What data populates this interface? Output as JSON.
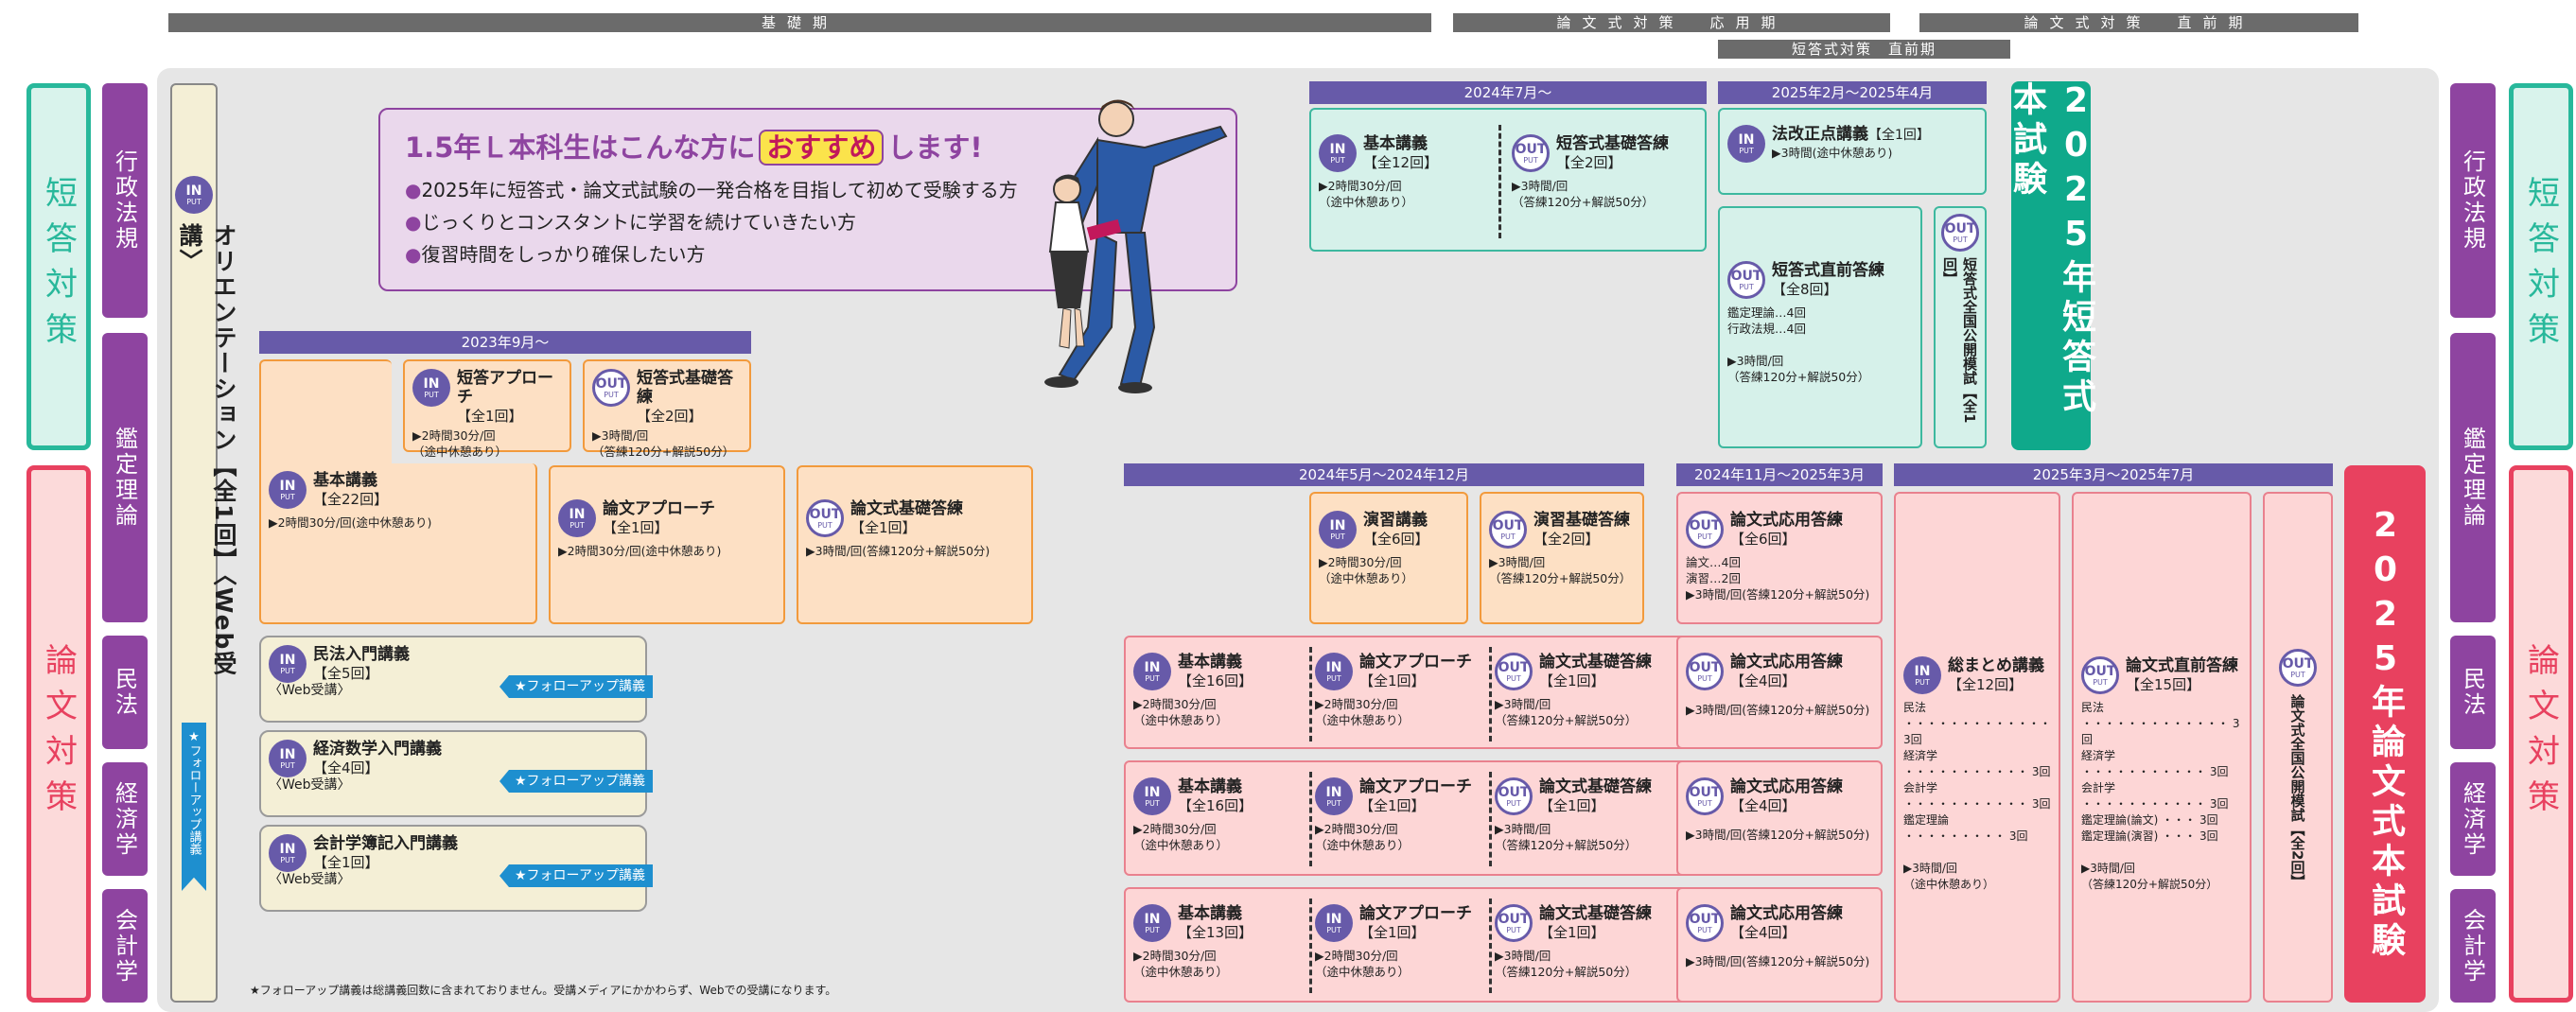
{
  "phases": {
    "basic": "基礎期",
    "ronbun_applied": "論文式対策　応用期",
    "ronbun_final": "論文式対策　直前期",
    "tanto_final": "短答式対策　直前期"
  },
  "side": {
    "tanto": "短答対策",
    "ronbun": "論文対策"
  },
  "subjects": [
    "行政法規",
    "鑑定理論",
    "民法",
    "経済学",
    "会計学"
  ],
  "orientation": {
    "label": "オリエンテーション【全1回】〈Web受講〉",
    "follow": "★フォローアップ講義"
  },
  "promo": {
    "title_pre": "1.5年Ｌ本科生はこんな方に",
    "title_hl": "おすすめ",
    "title_post": "します!",
    "items": [
      "2025年に短答式・論文式試験の一発合格を目指して初めて受験する方",
      "じっくりとコンスタントに学習を続けていきたい方",
      "復習時間をしっかり確保したい方"
    ]
  },
  "badges": {
    "in": "IN",
    "in_sub": "PUT",
    "out": "OUT",
    "out_sub": "PUT"
  },
  "periods": {
    "p2309": "2023年9月～",
    "p2407": "2024年7月～",
    "p2502": "2025年2月～2025年4月",
    "p2405": "2024年5月～2024年12月",
    "p2411": "2024年11月～2025年3月",
    "p2503": "2025年3月～2025年7月"
  },
  "courses": {
    "kihon22": {
      "title": "基本講義",
      "count": "【全22回】",
      "note": "▶2時間30分/回(途中休憩あり)"
    },
    "tanto_ap": {
      "title": "短答アプローチ",
      "count": "【全1回】",
      "note": "▶2時間30分/回\n（途中休憩あり）"
    },
    "tanto_kiso1": {
      "title": "短答式基礎答練",
      "count": "【全2回】",
      "note": "▶3時間/回\n（答練120分+解説50分）"
    },
    "ronbun_ap": {
      "title": "論文アプローチ",
      "count": "【全1回】",
      "note": "▶2時間30分/回(途中休憩あり)"
    },
    "ronbun_kiso": {
      "title": "論文式基礎答練",
      "count": "【全1回】",
      "note": "▶3時間/回(答練120分+解説50分)"
    },
    "minpo": {
      "title": "民法入門講義",
      "count": "【全5回】",
      "note": "〈Web受講〉"
    },
    "keizai": {
      "title": "経済数学入門講義",
      "count": "【全4回】",
      "note": "〈Web受講〉"
    },
    "boki": {
      "title": "会計学簿記入門講義",
      "count": "【全1回】",
      "note": "〈Web受講〉"
    },
    "kihon12": {
      "title": "基本講義",
      "count": "【全12回】",
      "note": "▶2時間30分/回\n（途中休憩あり）"
    },
    "tanto_kiso2": {
      "title": "短答式基礎答練",
      "count": "【全2回】",
      "note": "▶3時間/回\n（答練120分+解説50分）"
    },
    "hokaisei": {
      "title": "法改正点講義",
      "count": "【全1回】",
      "note": "▶3時間(途中休憩あり)"
    },
    "tanto_chokuzen": {
      "title": "短答式直前答練",
      "count": "【全8回】",
      "note": "鑑定理論…4回\n行政法規…4回\n\n▶3時間/回\n（答練120分+解説50分）"
    },
    "tanto_mogi": {
      "title": "短答式全国公開模試【全1回】"
    },
    "enshu": {
      "title": "演習講義",
      "count": "【全6回】",
      "note": "▶2時間30分/回\n（途中休憩あり）"
    },
    "enshu_kiso": {
      "title": "演習基礎答練",
      "count": "【全2回】",
      "note": "▶3時間/回\n（答練120分+解説50分）"
    },
    "ronbun_oyo6": {
      "title": "論文式応用答練",
      "count": "【全6回】",
      "note": "論文…4回\n演習…2回\n▶3時間/回(答練120分+解説50分)"
    },
    "kihon16a": {
      "title": "基本講義",
      "count": "【全16回】",
      "note": "▶2時間30分/回\n（途中休憩あり）"
    },
    "ronap_a": {
      "title": "論文アプローチ",
      "count": "【全1回】",
      "note": "▶2時間30分/回\n（途中休憩あり）"
    },
    "kiso_a": {
      "title": "論文式基礎答練",
      "count": "【全1回】",
      "note": "▶3時間/回\n（答練120分+解説50分）"
    },
    "oyo_a": {
      "title": "論文式応用答練",
      "count": "【全4回】",
      "note": "▶3時間/回(答練120分+解説50分)"
    },
    "kihon16b": {
      "title": "基本講義",
      "count": "【全16回】",
      "note": "▶2時間30分/回\n（途中休憩あり）"
    },
    "ronap_b": {
      "title": "論文アプローチ",
      "count": "【全1回】",
      "note": "▶2時間30分/回\n（途中休憩あり）"
    },
    "kiso_b": {
      "title": "論文式基礎答練",
      "count": "【全1回】",
      "note": "▶3時間/回\n（答練120分+解説50分）"
    },
    "oyo_b": {
      "title": "論文式応用答練",
      "count": "【全4回】",
      "note": "▶3時間/回(答練120分+解説50分)"
    },
    "kihon13": {
      "title": "基本講義",
      "count": "【全13回】",
      "note": "▶2時間30分/回\n（途中休憩あり）"
    },
    "ronap_c": {
      "title": "論文アプローチ",
      "count": "【全1回】",
      "note": "▶2時間30分/回\n（途中休憩あり）"
    },
    "kiso_c": {
      "title": "論文式基礎答練",
      "count": "【全1回】",
      "note": "▶3時間/回\n（答練120分+解説50分）"
    },
    "oyo_c": {
      "title": "論文式応用答練",
      "count": "【全4回】",
      "note": "▶3時間/回(答練120分+解説50分)"
    },
    "matome": {
      "title": "総まとめ講義",
      "count": "【全12回】",
      "note": "民法 ・・・・・・・・・・・・・ 3回\n経済学 ・・・・・・・・・・・ 3回\n会計学 ・・・・・・・・・・・ 3回\n鑑定理論 ・・・・・・・・・ 3回\n\n▶3時間/回\n（途中休憩あり）"
    },
    "ronbun_chokuzen": {
      "title": "論文式直前答練",
      "count": "【全15回】",
      "note": "民法 ・・・・・・・・・・・・・ 3回\n経済学 ・・・・・・・・・・・ 3回\n会計学 ・・・・・・・・・・・ 3回\n鑑定理論(論文) ・・・ 3回\n鑑定理論(演習) ・・・ 3回\n\n▶3時間/回\n（答練120分+解説50分）"
    },
    "ronbun_mogi": {
      "title": "論文式全国公開模試【全2回】"
    }
  },
  "exams": {
    "tanto": "2025年短答式本試験",
    "ronbun": "2025年論文式本試験"
  },
  "footnote": "★フォローアップ講義は総講義回数に含まれておりません。受講メディアにかかわらず、Webでの受講になります。",
  "colors": {
    "purple": "#675aa9",
    "teal": "#0fa98b",
    "red": "#e8415f"
  }
}
